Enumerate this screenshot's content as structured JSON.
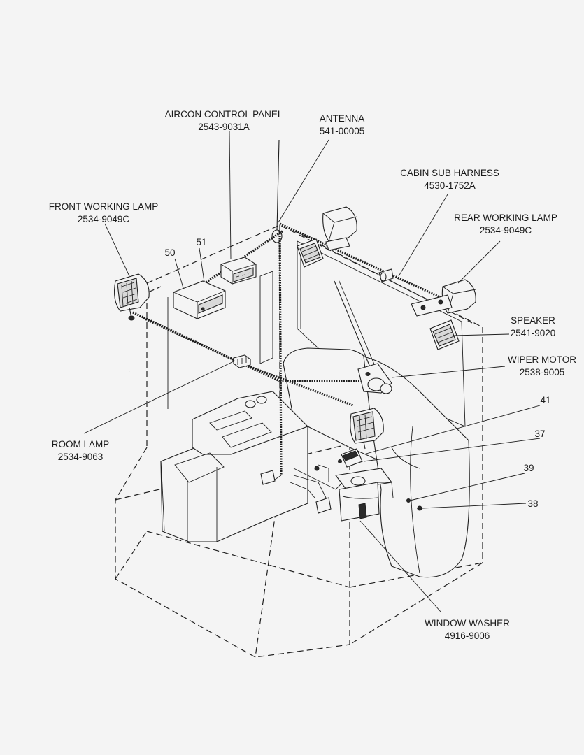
{
  "callouts": {
    "aircon_panel": {
      "name": "AIRCON CONTROL PANEL",
      "part": "2543-9031A"
    },
    "antenna": {
      "name": "ANTENNA",
      "part": "541-00005"
    },
    "cabin_sub_harness": {
      "name": "CABIN SUB HARNESS",
      "part": "4530-1752A"
    },
    "front_working_lamp": {
      "name": "FRONT WORKING LAMP",
      "part": "2534-9049C"
    },
    "rear_working_lamp": {
      "name": "REAR WORKING LAMP",
      "part": "2534-9049C"
    },
    "speaker": {
      "name": "SPEAKER",
      "part": "2541-9020"
    },
    "wiper_motor": {
      "name": "WIPER MOTOR",
      "part": "2538-9005"
    },
    "room_lamp": {
      "name": "ROOM LAMP",
      "part": "2534-9063"
    },
    "window_washer": {
      "name": "WINDOW WASHER",
      "part": "4916-9006"
    },
    "item_50": "50",
    "item_51": "51",
    "item_41": "41",
    "item_37": "37",
    "item_39": "39",
    "item_38": "38"
  }
}
